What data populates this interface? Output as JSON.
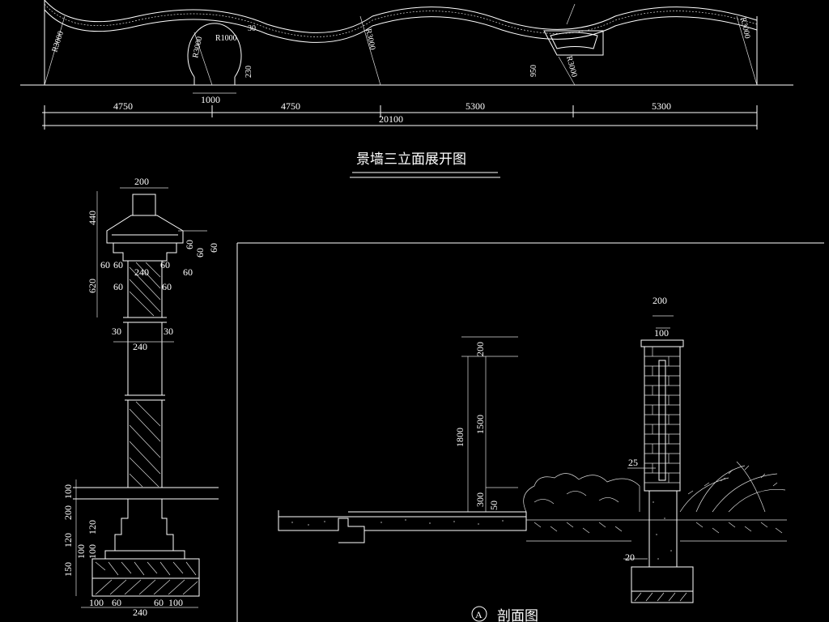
{
  "elevation": {
    "title": "景墙三立面展开图",
    "radii": [
      "R3000",
      "R1000",
      "R3000",
      "R3000",
      "R3000",
      "R3000"
    ],
    "opening_dim": "30",
    "small_dims": [
      "230",
      "950",
      "1000"
    ],
    "segments": [
      "4750",
      "4750",
      "5300",
      "5300"
    ],
    "total": "20100"
  },
  "column": {
    "top_width": "200",
    "cap_height": "440",
    "cap_steps": [
      "60",
      "60",
      "60"
    ],
    "upper_left": [
      "60",
      "60"
    ],
    "upper_center": "240",
    "upper_right": [
      "60",
      "60"
    ],
    "upper_height": "620",
    "lower_left": [
      "60"
    ],
    "lower_right": [
      "60"
    ],
    "reveal_left": "30",
    "reveal_right": "30",
    "shaft_width": "240",
    "base_heights": [
      "100",
      "200",
      "120",
      "100",
      "150"
    ],
    "base_right": [
      "120",
      "100"
    ],
    "bottom_dims": [
      "100",
      "60",
      "240",
      "60",
      "100"
    ]
  },
  "section": {
    "label_circle": "A",
    "label": "剖面图",
    "heights": [
      "200",
      "1500",
      "1800",
      "300",
      "50"
    ],
    "pier_top": "200",
    "pier_inner": "100",
    "joint": "25",
    "footing": "20"
  }
}
